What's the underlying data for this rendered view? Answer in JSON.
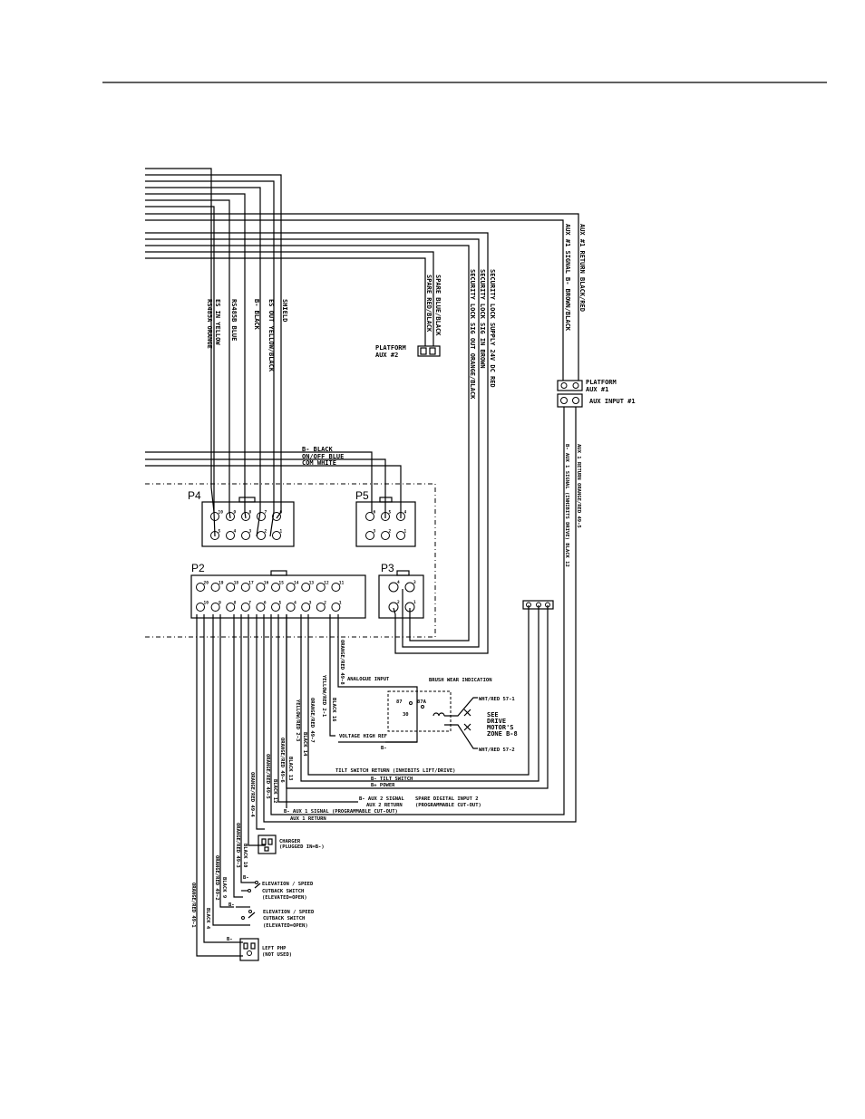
{
  "harness_wires": {
    "shield": "SHIELD",
    "es_out": "ES OUT YELLOW/BLACK",
    "b_black": "B- BLACK",
    "rs485b": "RS485B BLUE",
    "es_in": "ES IN YELLOW",
    "rs485a": "RS485A ORANGE",
    "spare_blue_black": "SPARE BLUE/BLACK",
    "spare_red_black": "SPARE RED/BLACK",
    "sec_supply": "SECURITY LOCK SUPPLY 24V DC RED",
    "sec_sig_in": "SECURITY LOCK SIG IN BROWN",
    "sec_sig_out": "SECURITY LOCK SIG OUT ORANGE/BLACK",
    "aux1_return": "AUX #1 RETURN BLACK/RED",
    "aux1_signal": "AUX #1 SIGNAL B- BROWN/BLACK"
  },
  "platform_aux2": {
    "line1": "PLATFORM",
    "line2": "AUX #2"
  },
  "platform_aux1": {
    "line1": "PLATFORM",
    "line2": "AUX #1",
    "input": "AUX INPUT #1"
  },
  "aux1_lower": {
    "return": "AUX 1 RETURN ORANGE/RED 49-5",
    "signal": "B- AUX 1 SIGNAL (INHIBITS DRIVE) BLACK 12"
  },
  "p5_feed": {
    "b_black": "B- BLACK",
    "on_off": "ON/OFF BLUE",
    "com": "COM WHITE"
  },
  "connectors": {
    "p4": {
      "title": "P4",
      "top_pins": [
        "10",
        "9",
        "8",
        "7",
        "6"
      ],
      "bottom_pins": [
        "5",
        "4",
        "3",
        "2",
        "1"
      ]
    },
    "p5": {
      "title": "P5",
      "top_pins": [
        "6",
        "5",
        "4"
      ],
      "bottom_pins": [
        "3",
        "2",
        "1"
      ]
    },
    "p2": {
      "title": "P2",
      "top_pins": [
        "20",
        "19",
        "18",
        "17",
        "16",
        "15",
        "14",
        "13",
        "12",
        "11"
      ],
      "bottom_pins": [
        "10",
        "9",
        "8",
        "7",
        "6",
        "5",
        "4",
        "3",
        "2",
        "1"
      ]
    },
    "p3": {
      "title": "P3",
      "top_pins": [
        "4",
        "3"
      ],
      "bottom_pins": [
        "2",
        "1"
      ]
    }
  },
  "p2_wires": {
    "or_49_8": "ORANGE/RED 49-8",
    "yel_2_1": "YELLOW/RED 2-1",
    "black_16": "BLACK 16",
    "or_49_7": "ORANGE/RED 49-7",
    "yel_2_3": "YELLOW/RED 2-3",
    "black_14": "BLACK 14",
    "black_13": "BLACK 13",
    "or_49_6": "ORANGE/RED 49-6",
    "or_49_5": "ORANGE/RED 49-5",
    "black_12": "BLACK 12",
    "or_49_4": "ORANGE/RED 49-4",
    "black_10": "BLACK 10",
    "or_49_3": "ORANGE/RED 49-3",
    "black_9": "BLACK 9",
    "or_49_2": "ORANGE/RED 49-2",
    "black_4": "BLACK 4",
    "or_49_1": "ORANGE/RED 49-1"
  },
  "brush_wear": {
    "title": "BRUSH WEAR INDICATION",
    "analogue": "ANALOGUE INPUT",
    "voltage": "VOLTAGE HIGH REF",
    "b_minus": "B-",
    "relay_87": "87",
    "relay_87a": "87A",
    "relay_30": "30",
    "wht_1": "WHT/RED 57-1",
    "wht_2": "WHT/RED 57-2",
    "see": "SEE",
    "drive": "DRIVE",
    "motors": "MOTOR'S",
    "zone": "ZONE B-8"
  },
  "bus_labels": {
    "tilt_return": "TILT SWITCH RETURN (INHIBITS LIFT/DRIVE)",
    "tilt_switch": "B- TILT SWITCH",
    "power": "B+ POWER",
    "aux2_signal": "B- AUX 2 SIGNAL",
    "spare_input": "SPARE DIGITAL INPUT 2",
    "aux2_return": "AUX 2 RETURN",
    "programmable1": "(PROGRAMMABLE CUT-OUT)",
    "aux1_signal": "B- AUX 1 SIGNAL (PROGRAMMABLE CUT-OUT)",
    "aux1_return": "AUX 1 RETURN"
  },
  "charger": {
    "line1": "CHARGER",
    "line2": "(PLUGGED IN=B-)"
  },
  "elev1": {
    "b_minus": "B-",
    "line1": "ELEVATION / SPEED",
    "line2": "CUTBACK SWITCH",
    "line3": "(ELEVATED=OPEN)"
  },
  "elev2": {
    "b_minus": "B-",
    "line1": "ELEVATION / SPEED",
    "line2": "CUTBACK SWITCH",
    "line3": "(ELEVATED=OPEN)"
  },
  "left_php": {
    "b_minus": "B-",
    "line1": "LEFT PHP",
    "line2": "(NOT USED)"
  }
}
